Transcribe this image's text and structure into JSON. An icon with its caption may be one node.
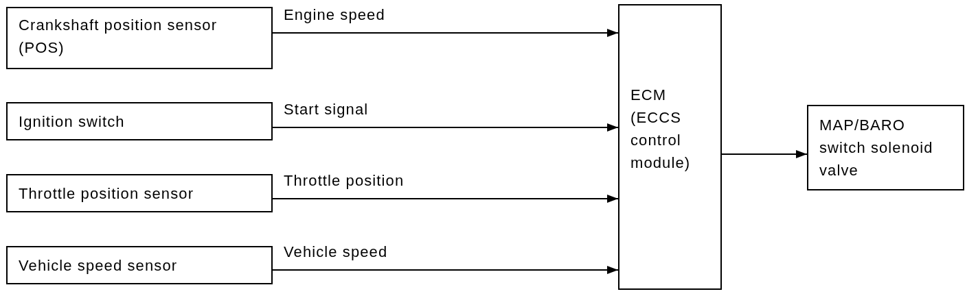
{
  "diagram": {
    "nodes": [
      {
        "text": [
          "Crankshaft position sensor (POS)"
        ]
      },
      {
        "text": [
          "Ignition switch"
        ]
      },
      {
        "text": [
          "Throttle position sensor"
        ]
      },
      {
        "text": [
          "Vehicle speed sensor"
        ]
      },
      {
        "text": [
          "ECM (ECCS control module)"
        ]
      },
      {
        "text": [
          "MAP/BARO switch solenoid valve"
        ]
      }
    ],
    "edges": [
      {
        "from": 0,
        "to": 4,
        "arrow": "to",
        "label": "Engine speed"
      },
      {
        "from": 1,
        "to": 4,
        "arrow": "to",
        "label": "Start signal"
      },
      {
        "from": 2,
        "to": 4,
        "arrow": "to",
        "label": "Throttle position"
      },
      {
        "from": 3,
        "to": 4,
        "arrow": "to",
        "label": "Vehicle speed"
      },
      {
        "from": 4,
        "to": 5,
        "arrow": "to"
      }
    ]
  }
}
